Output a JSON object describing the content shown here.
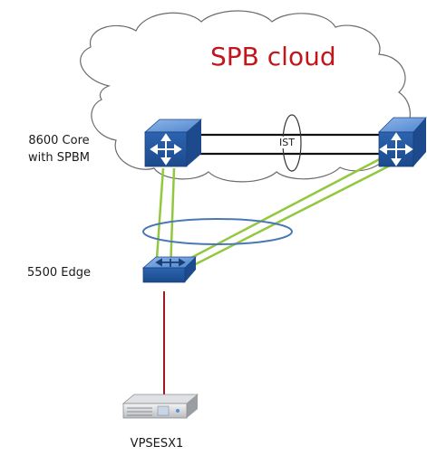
{
  "cloud": {
    "title": "SPB cloud"
  },
  "nodes": {
    "core": {
      "line1": "8600 Core",
      "line2": "with SPBM"
    },
    "edge": {
      "label": "5500 Edge"
    },
    "server": {
      "label": "VPSESX1"
    }
  },
  "links": {
    "ist_label": "IST"
  },
  "colors": {
    "cloud_title": "#c0161c",
    "switch_blue": "#2f6fc0",
    "uplink_green": "#92c83e",
    "server_link_red": "#a01820",
    "lag_ellipse": "#4a78b0"
  },
  "icons": {
    "core_left": "switch-icon",
    "core_right": "switch-icon",
    "edge": "switch-icon",
    "server": "server-icon"
  }
}
